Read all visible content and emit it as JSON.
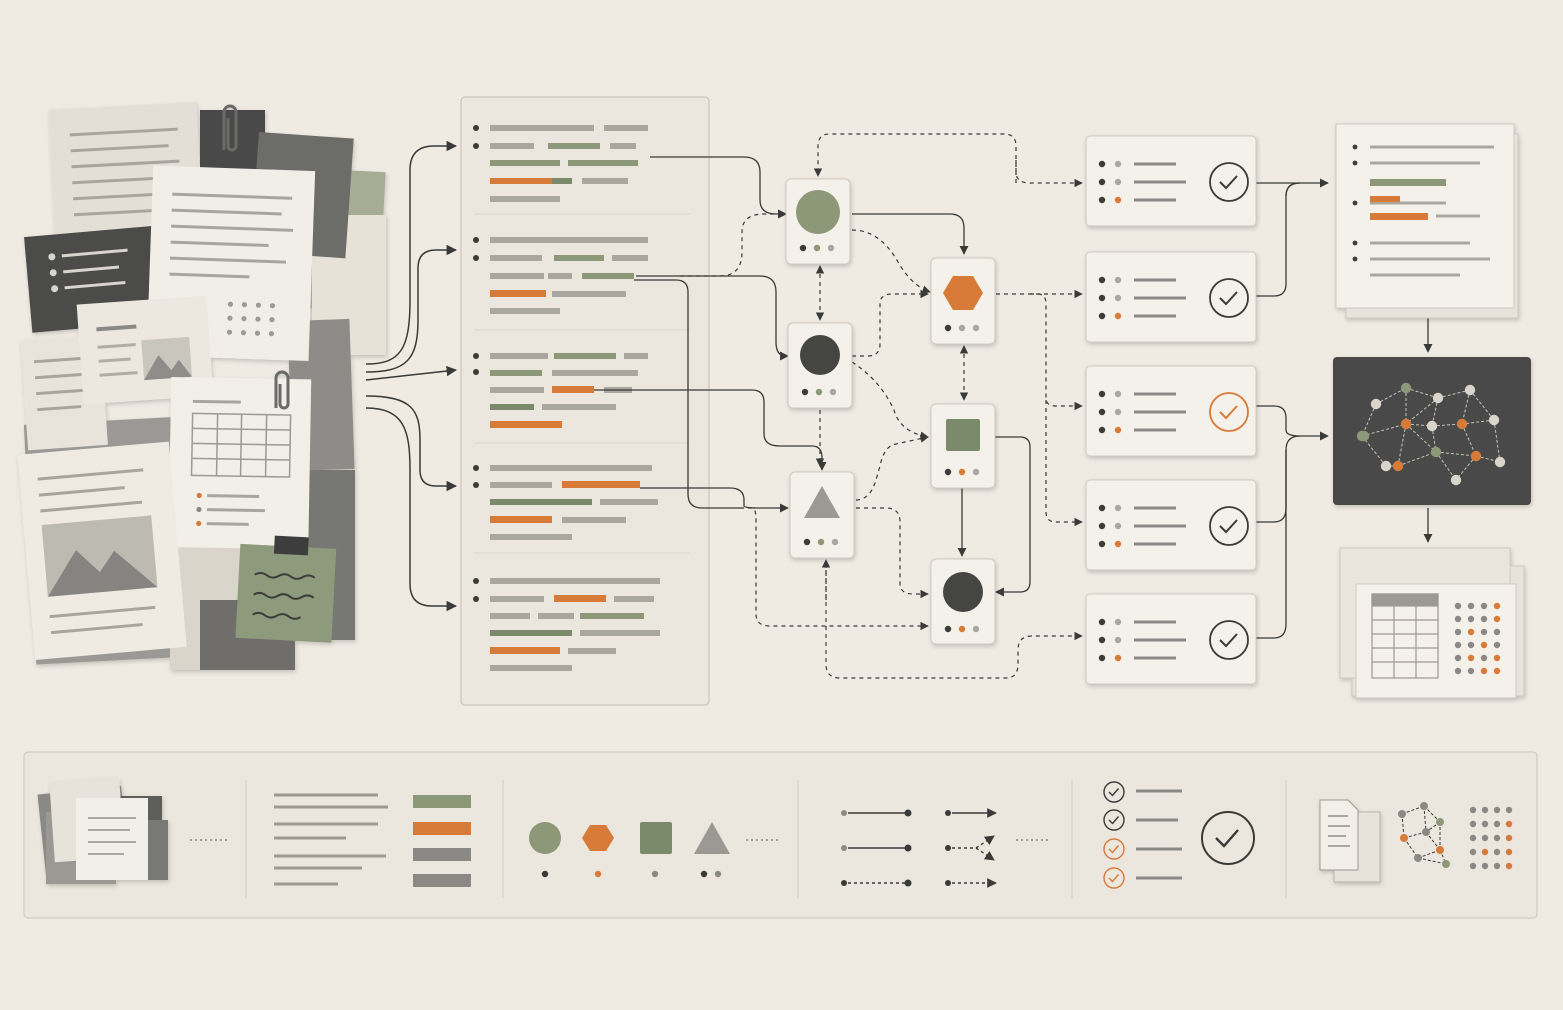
{
  "colors": {
    "background": "#efebe3",
    "paper": "#f4f1ea",
    "panel_border": "#d6d1c7",
    "ink": "#3a3a38",
    "line_gray": "#aaa79f",
    "sage": "#8c9878",
    "sage_dark": "#7c8a6c",
    "orange": "#d87a38",
    "charcoal": "#454543",
    "mid_gray": "#8a8985"
  },
  "icons": {
    "source_documents": "document-stack-icon",
    "paperclip": "paperclip-icon",
    "extraction_node_circle": "sage-circle-icon",
    "extraction_node_dark": "dark-circle-icon",
    "triangle": "triangle-icon",
    "hexagon": "hexagon-icon",
    "square": "square-icon",
    "check": "check-circle-icon",
    "knowledge_graph": "network-graph-icon",
    "table_output": "table-icon",
    "dot_matrix": "dot-matrix-icon"
  },
  "pipeline": {
    "extract_rows": 5,
    "nodes": [
      "circle",
      "circle-dark",
      "triangle",
      "hexagon",
      "square",
      "circle-dark"
    ],
    "validation_cards": 5,
    "validation_status": [
      "ok",
      "ok",
      "flagged",
      "ok",
      "ok"
    ]
  },
  "legend": {
    "sections": [
      "documents",
      "extracted-fields",
      "entity-types",
      "relations",
      "validation",
      "outputs"
    ]
  }
}
